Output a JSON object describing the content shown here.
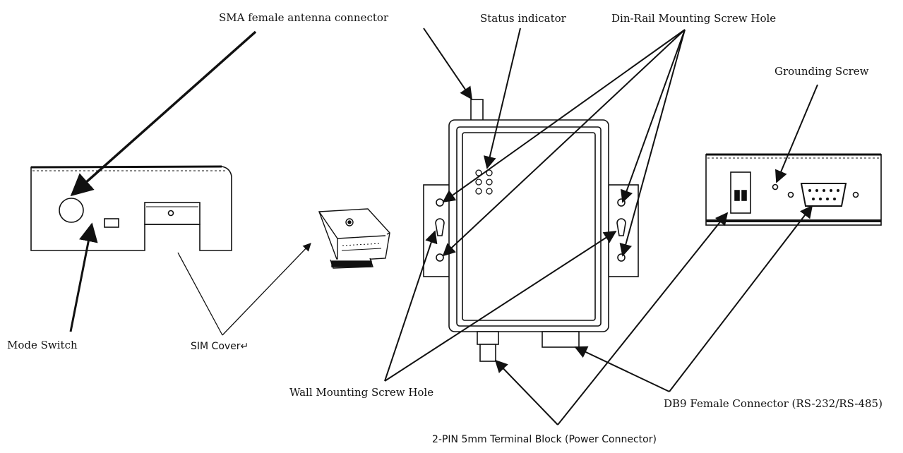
{
  "labels": {
    "sma_antenna": "SMA female antenna connector",
    "status_indicator": "Status indicator",
    "din_rail": "Din-Rail Mounting Screw Hole",
    "grounding_screw": "Grounding Screw",
    "mode_switch": "Mode Switch",
    "sim_cover": "SIM Cover↵",
    "wall_mounting": "Wall Mounting Screw Hole",
    "db9_connector": "DB9 Female Connector (RS-232/RS-485)",
    "terminal_block": "2-PIN 5mm Terminal Block (Power Connector)"
  },
  "colors": {
    "line": "#111111",
    "background": "#ffffff"
  }
}
